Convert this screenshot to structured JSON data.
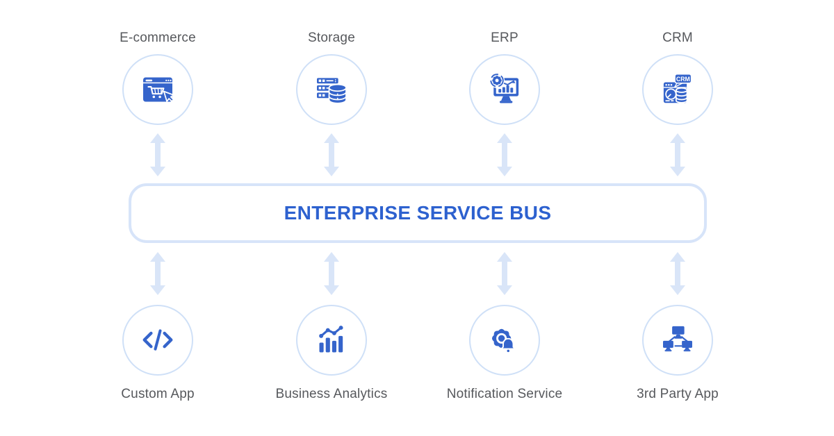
{
  "bus": {
    "label": "ENTERPRISE SERVICE BUS"
  },
  "nodes": {
    "top": [
      {
        "label": "E-commerce",
        "icon": "ecommerce-browser-cart-icon"
      },
      {
        "label": "Storage",
        "icon": "storage-server-database-icon"
      },
      {
        "label": "ERP",
        "icon": "erp-monitor-gear-icon"
      },
      {
        "label": "CRM",
        "icon": "crm-window-database-icon",
        "badge": "CRM"
      }
    ],
    "bottom": [
      {
        "label": "Custom App",
        "icon": "code-brackets-icon"
      },
      {
        "label": "Business Analytics",
        "icon": "bar-chart-trend-icon"
      },
      {
        "label": "Notification Service",
        "icon": "gear-bell-icon"
      },
      {
        "label": "3rd Party App",
        "icon": "network-computers-icon"
      }
    ]
  },
  "colors": {
    "background": "#FFFFFF",
    "icon_blue": "#3564CB",
    "circle_border": "#CFE0F7",
    "arrow_blue": "#D9E5F8",
    "bus_border": "#D7E4F9",
    "bus_text": "#2D61CF",
    "label_gray": "#56585C"
  }
}
